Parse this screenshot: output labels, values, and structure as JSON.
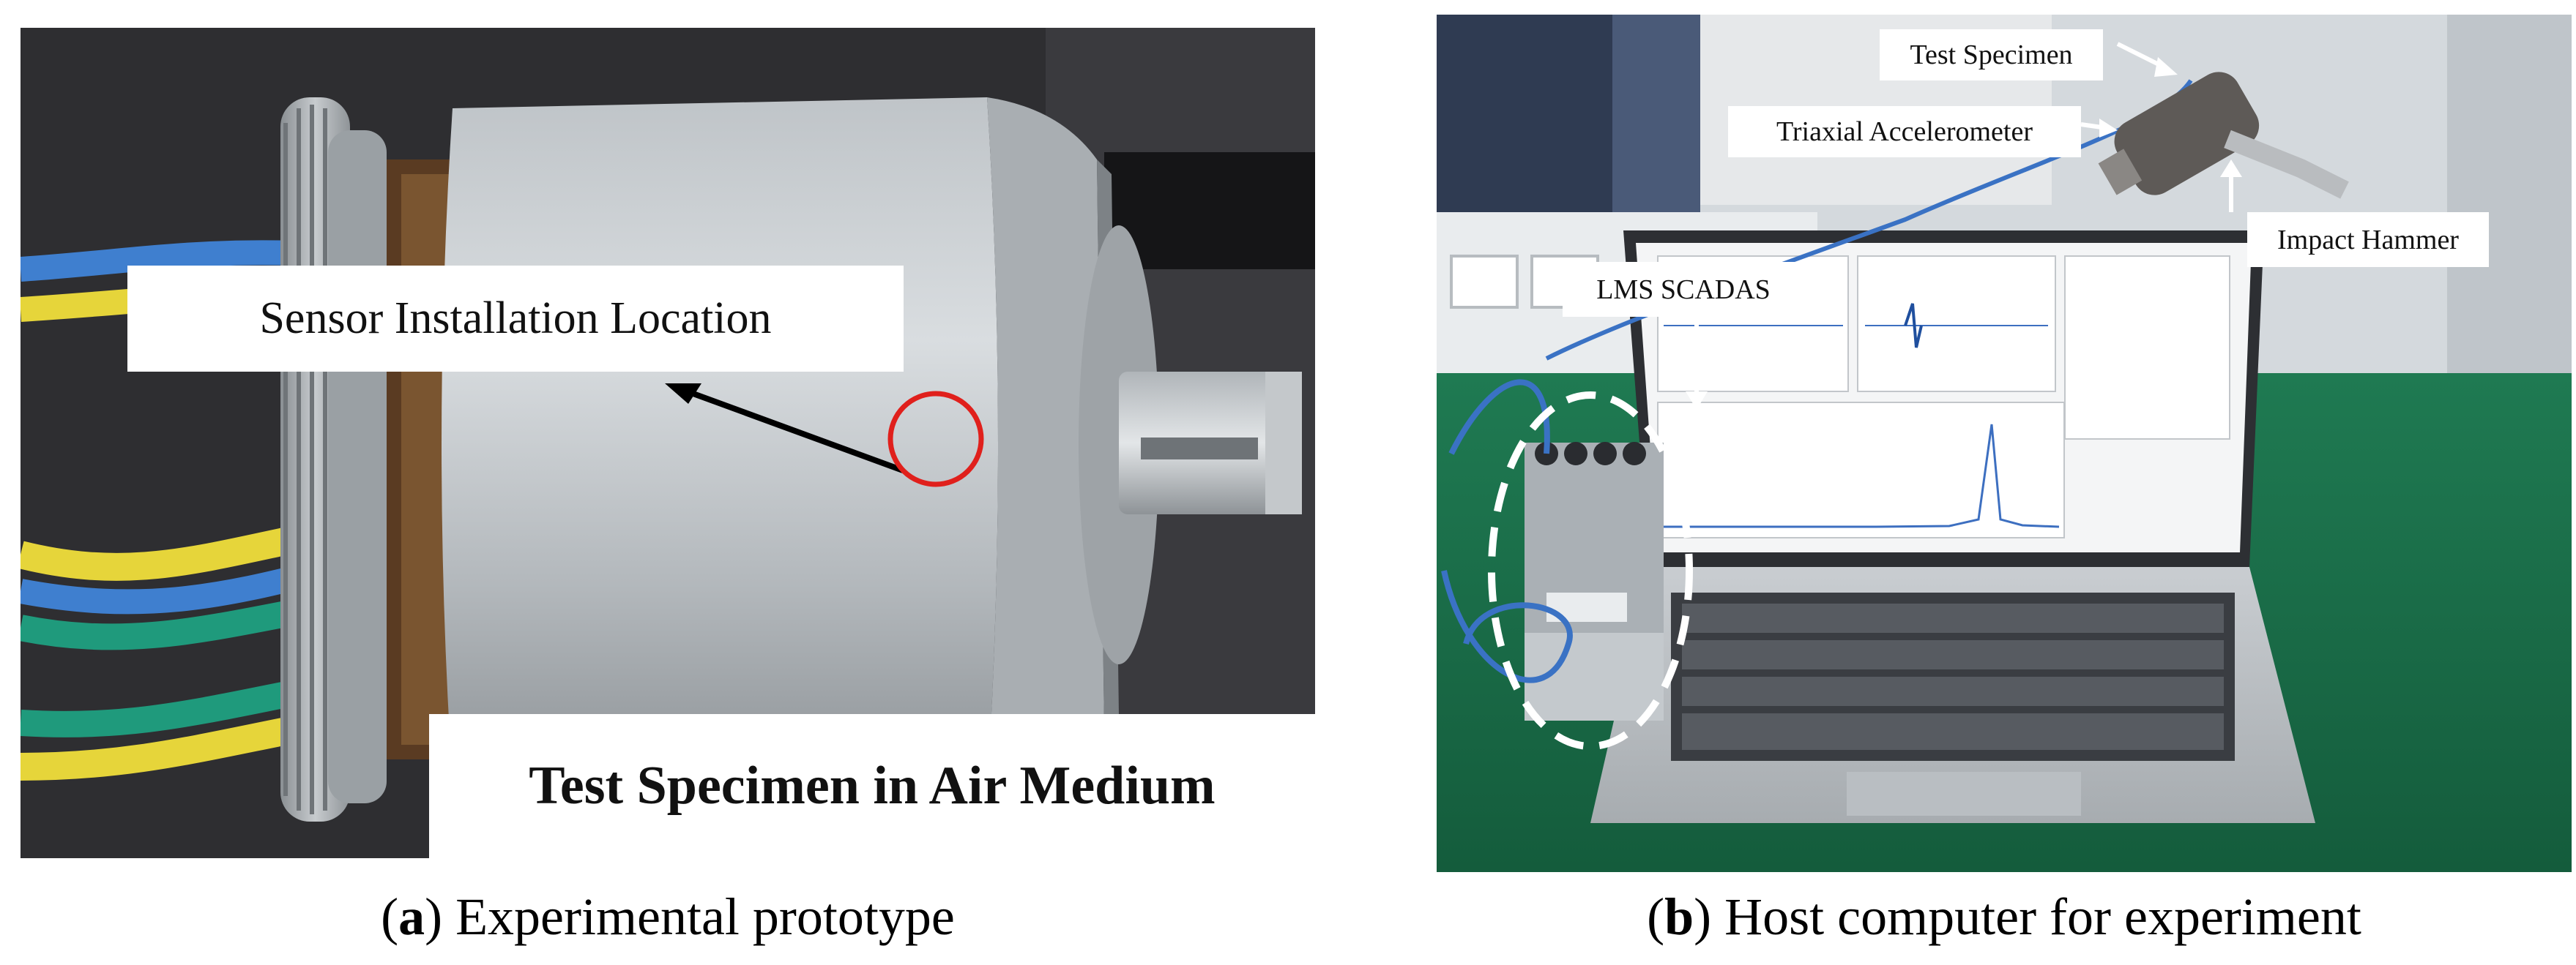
{
  "panel_a": {
    "sensor_label": "Sensor Installation Location",
    "medium_label": "Test Specimen in Air Medium",
    "caption_letter": "a",
    "caption_text": " Experimental prototype"
  },
  "panel_b": {
    "labels": {
      "test_specimen": "Test Specimen",
      "accelerometer": "Triaxial Accelerometer",
      "impact_hammer": "Impact Hammer",
      "lms_scadas": "LMS SCADAS"
    },
    "caption_letter": "b",
    "caption_text": " Host computer for experiment"
  },
  "colors": {
    "annotation_arrow": "#000000",
    "sensor_circle": "#e0201c",
    "cable_blue": "#3f7fcf",
    "cable_yellow": "#e6d53a",
    "cable_green": "#1f9a7c"
  }
}
